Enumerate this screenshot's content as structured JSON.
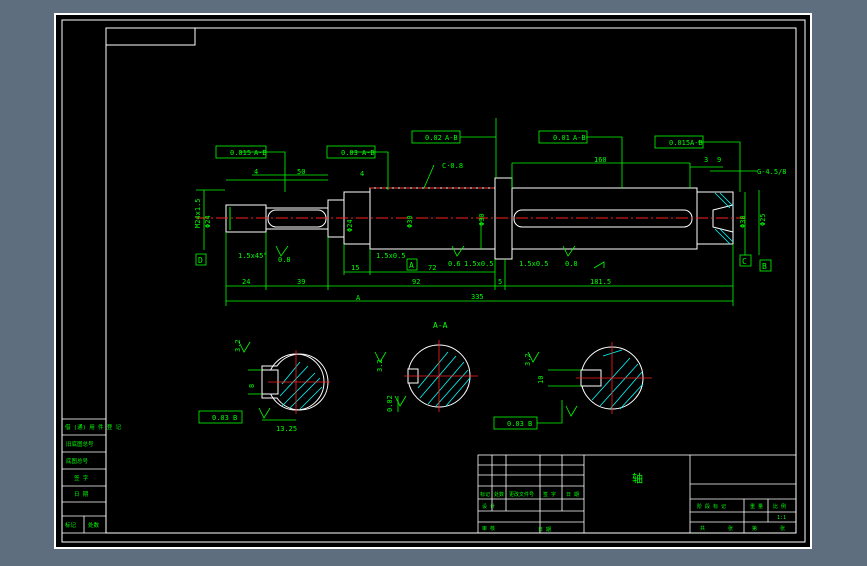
{
  "drawing": {
    "title": "轴",
    "section_label": "A-A",
    "view_marker": "A",
    "datums": {
      "d": "D",
      "a": "A",
      "c": "C",
      "b": "B"
    }
  },
  "annotations": {
    "tol_1": "0.015",
    "tol_1_ref": "A-B",
    "tol_2": "0.03",
    "tol_2_ref": "A-B",
    "tol_3": "0.02",
    "tol_3_ref": "A-B",
    "tol_4": "0.01",
    "tol_4_ref": "A-B",
    "tol_5": "0.015",
    "tol_5_ref": "A-B",
    "thread_left": "M24x1.5",
    "chamfer_label": "C·0.8",
    "center_hole": "G-4.5/8",
    "rough_1": "0.8",
    "rough_2": "0.6",
    "rough_3": "0.8",
    "rough_4": "3.2",
    "chamfer_1": "1.5x45°",
    "chamfer_2": "1.5x0.5",
    "chamfer_3": "1.5x0.5",
    "chamfer_4": "1.5x0.5"
  },
  "dimensions": {
    "d_4a": "4",
    "d_50": "50",
    "d_4b": "4",
    "d_160": "160",
    "d_3": "3",
    "d_9": "9",
    "d_24": "24",
    "d_39": "39",
    "d_92": "92",
    "d_15": "15",
    "d_72": "72",
    "d_5": "5",
    "d_1815": "181.5",
    "d_335": "335",
    "dia_left": "Φ24",
    "dia_mid": "Φ30",
    "dia_right": "Φ30",
    "dia_end": "Φ25",
    "sec1_w": "8",
    "sec1_depth": "13.25",
    "sec1_tol": "0.03",
    "sec1_tol_ref": "B",
    "sec1_rough": "3.2",
    "sec2_rough": "3.2",
    "sec2_tol": "0.02",
    "sec3_w": "10",
    "sec3_tol": "0.03",
    "sec3_tol_ref": "B",
    "sec3_rough": "3.2"
  },
  "title_block": {
    "left_col": [
      "借 (通) 用 件 登 记",
      "旧底图总号",
      "底图总号",
      "签 字",
      "日 期"
    ],
    "left_bottom": [
      "标记",
      "处数"
    ],
    "rev_headers": [
      "标记",
      "处数",
      "更改文件号",
      "签 字",
      "日 期"
    ],
    "designer": "设 计",
    "review": "审 核",
    "date_label": "日 期",
    "stage_label": "阶 段 标 记",
    "weight_label": "重 量",
    "scale_label": "比 例",
    "scale_value": "1:1",
    "sheet_total": "共",
    "sheet_label": "张",
    "sheet_num": "第",
    "sheet_num_label": "张"
  }
}
